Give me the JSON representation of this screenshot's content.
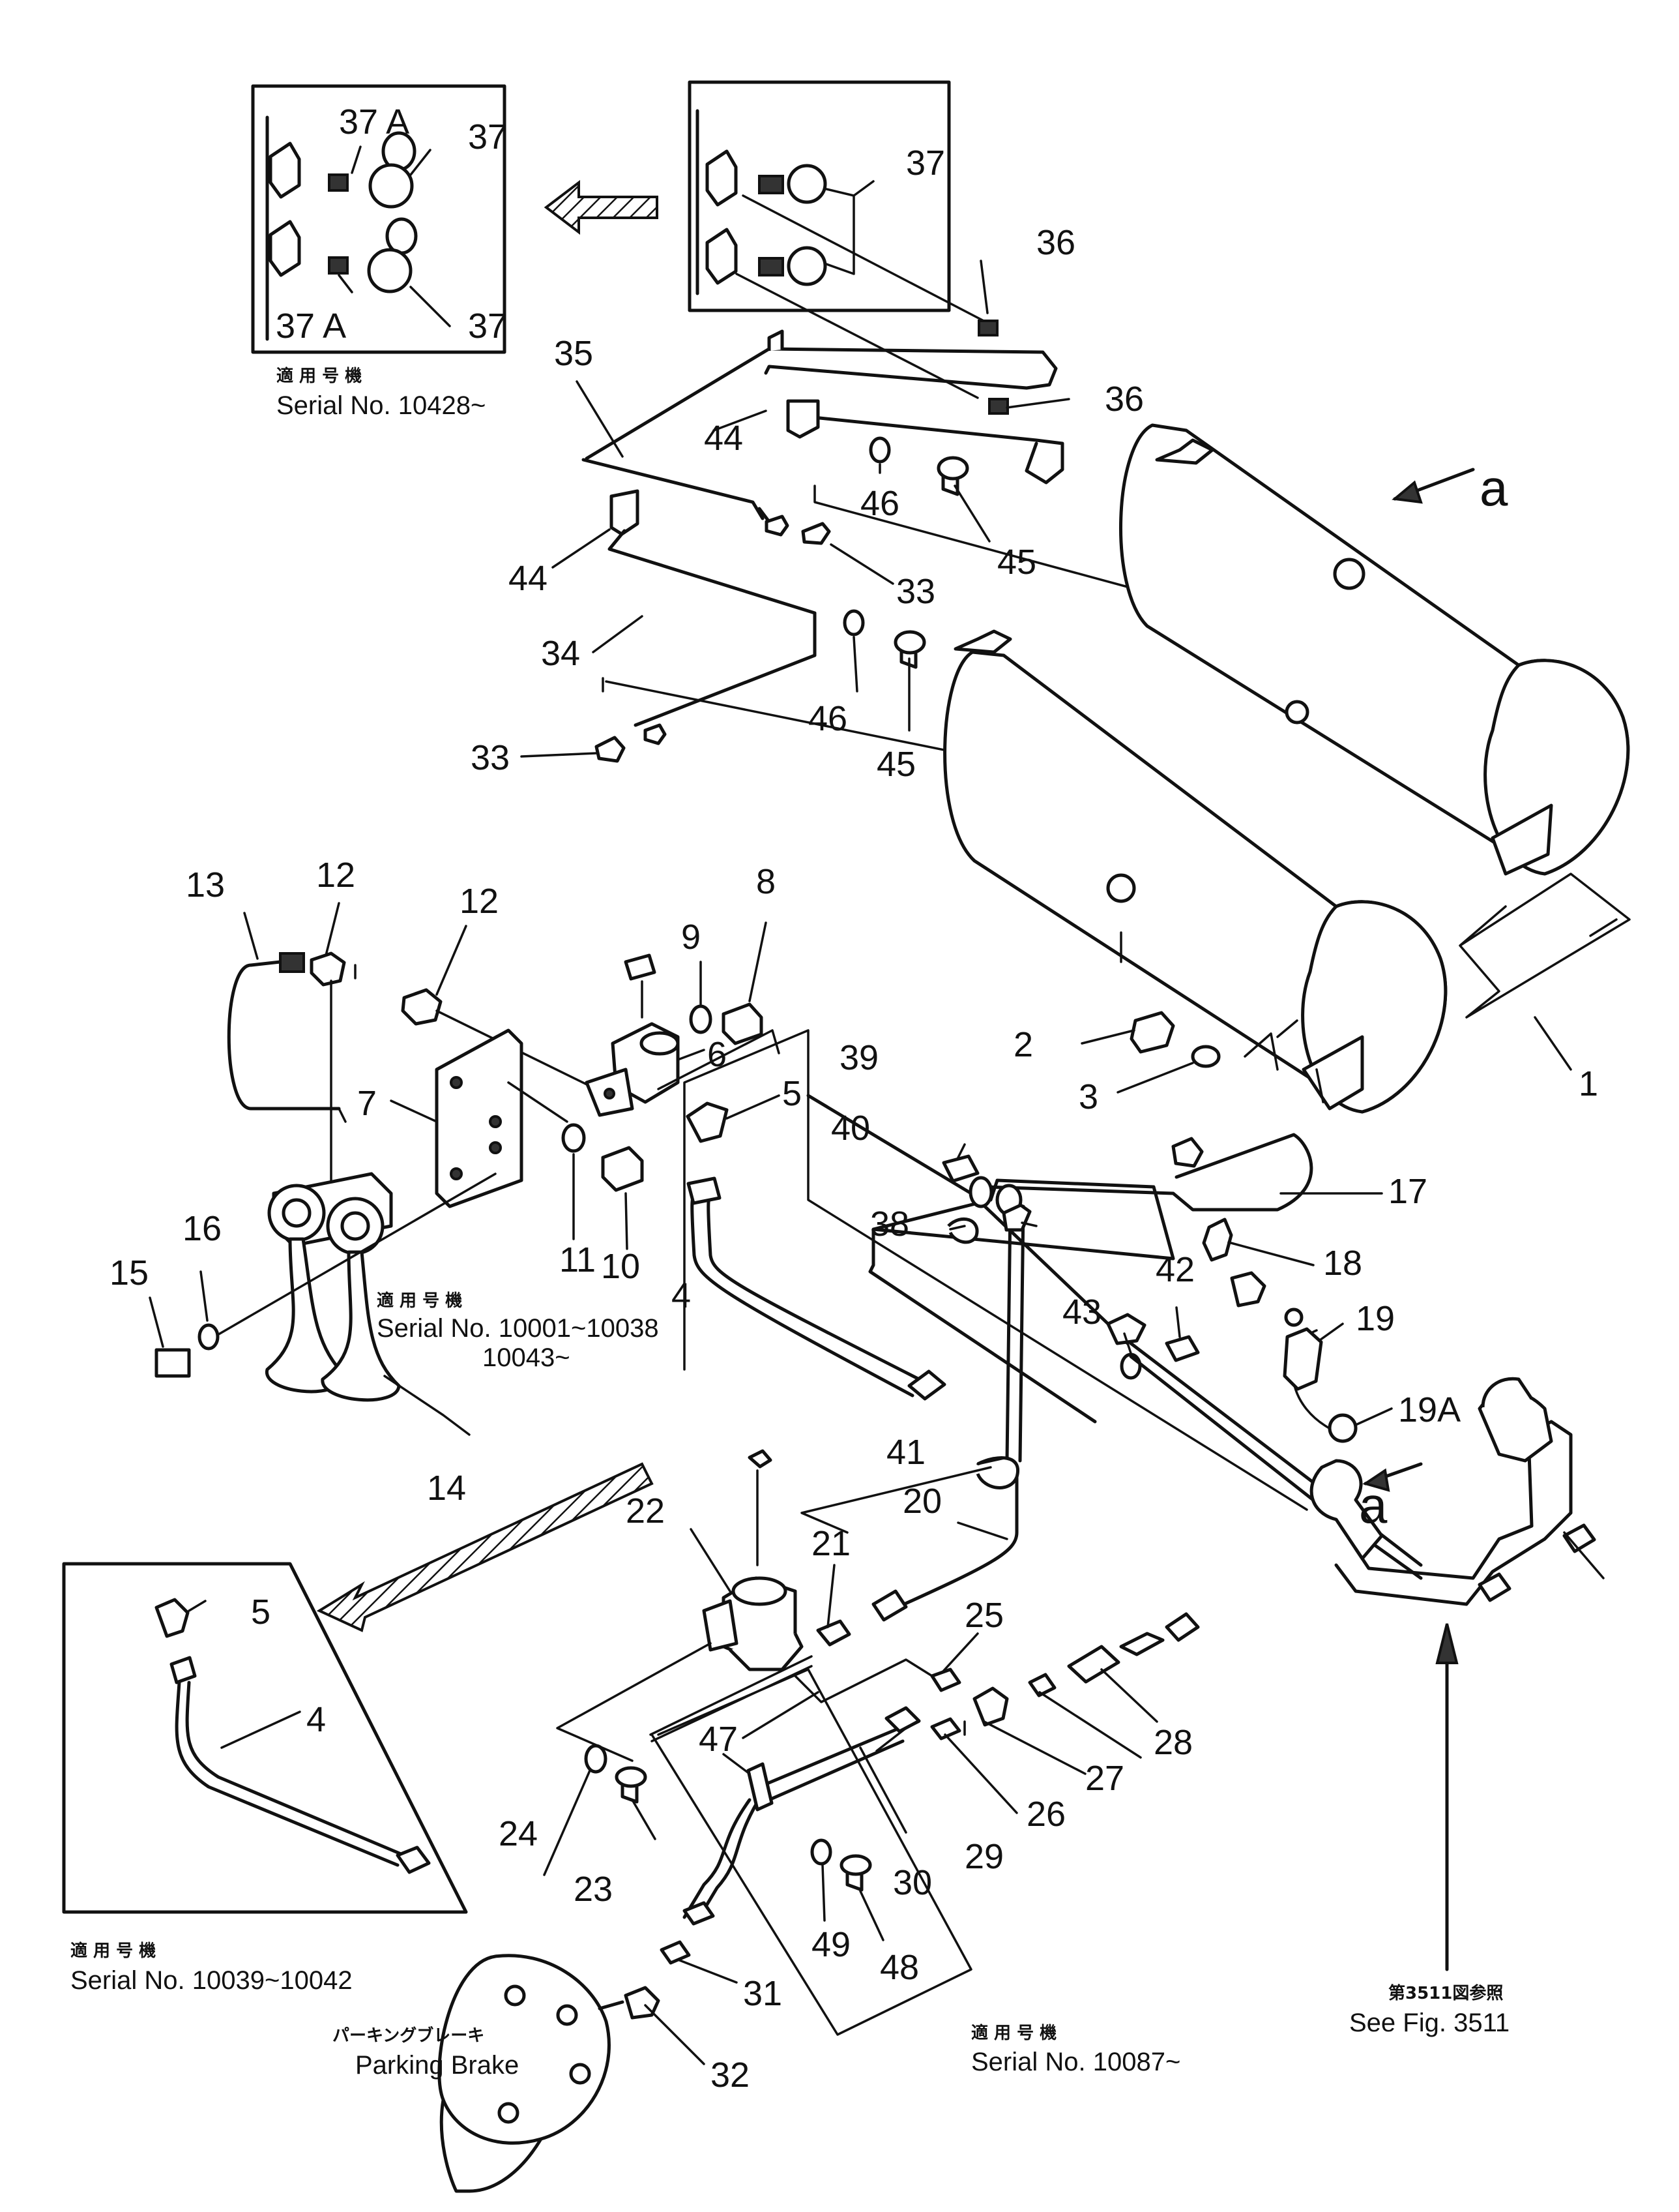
{
  "callouts": {
    "n1": "1",
    "n2": "2",
    "n3": "3",
    "n4a": "4",
    "n4b": "4",
    "n5a": "5",
    "n5b": "5",
    "n6": "6",
    "n7": "7",
    "n8": "8",
    "n9": "9",
    "n10": "10",
    "n11": "11",
    "n12a": "12",
    "n12b": "12",
    "n13": "13",
    "n14": "14",
    "n15": "15",
    "n16": "16",
    "n17": "17",
    "n18": "18",
    "n19": "19",
    "n19a": "19A",
    "n20": "20",
    "n21": "21",
    "n22": "22",
    "n23": "23",
    "n24": "24",
    "n25": "25",
    "n26": "26",
    "n27": "27",
    "n28": "28",
    "n29": "29",
    "n30": "30",
    "n31": "31",
    "n32": "32",
    "n33a": "33",
    "n33b": "33",
    "n34": "34",
    "n35": "35",
    "n36a": "36",
    "n36b": "36",
    "n37a": "37",
    "n37b": "37",
    "n37c": "37",
    "n37Aa": "37 A",
    "n37Ab": "37 A",
    "n38": "38",
    "n39": "39",
    "n40": "40",
    "n41": "41",
    "n42": "42",
    "n43": "43",
    "n44a": "44",
    "n44b": "44",
    "n45a": "45",
    "n45b": "45",
    "n46a": "46",
    "n46b": "46",
    "n47": "47",
    "n48": "48",
    "n49": "49",
    "view_a1": "a",
    "view_a2": "a"
  },
  "notes": {
    "serial_10428_jp": "適 用 号 機",
    "serial_10428": "Serial No. 10428~",
    "serial_horn_jp": "適 用 号 機",
    "serial_horn_1": "Serial No. 10001~10038",
    "serial_horn_2": "10043~",
    "serial_10039_jp": "適 用 号 機",
    "serial_10039": "Serial No. 10039~10042",
    "serial_10087_jp": "適 用 号 機",
    "serial_10087": "Serial No. 10087~",
    "see_fig_jp": "第3511図参照",
    "see_fig": "See Fig. 3511",
    "parking_jp": "パーキングブレーキ",
    "parking": "Parking Brake"
  }
}
